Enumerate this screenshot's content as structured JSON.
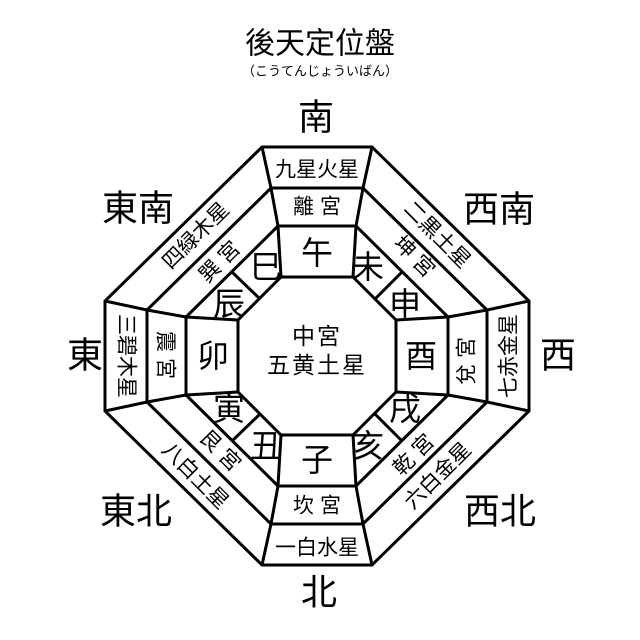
{
  "title": {
    "main": "後天定位盤",
    "reading": "（こうてんじょういばん）"
  },
  "compass": {
    "top": "南",
    "top_right": "西南",
    "right": "西",
    "bottom_right": "西北",
    "bottom": "北",
    "bottom_left": "東北",
    "left": "東",
    "top_left": "東南"
  },
  "stars": {
    "top": "九星火星",
    "top_right": "二黒土星",
    "right": "七赤金星",
    "bottom_right": "六白金星",
    "bottom": "一白水星",
    "bottom_left": "八白土星",
    "left": "三碧木星",
    "top_left": "四緑木星"
  },
  "palaces": {
    "top": "離宮",
    "top_right": "坤宮",
    "right": "兌宮",
    "bottom_right": "乾宮",
    "bottom": "坎宮",
    "bottom_left": "艮宮",
    "left": "震宮",
    "top_left": "巽宮"
  },
  "zodiac": {
    "top": "午",
    "top_right": [
      "未",
      "申"
    ],
    "right": "酉",
    "bottom_right": [
      "戌",
      "亥"
    ],
    "bottom": "子",
    "bottom_left": [
      "丑",
      "寅"
    ],
    "left": "卯",
    "top_left": [
      "辰",
      "巳"
    ]
  },
  "center": {
    "palace": "中宮",
    "star": "五黄土星"
  },
  "colors": {
    "line": "#000000",
    "text": "#000000",
    "background": "#ffffff"
  }
}
